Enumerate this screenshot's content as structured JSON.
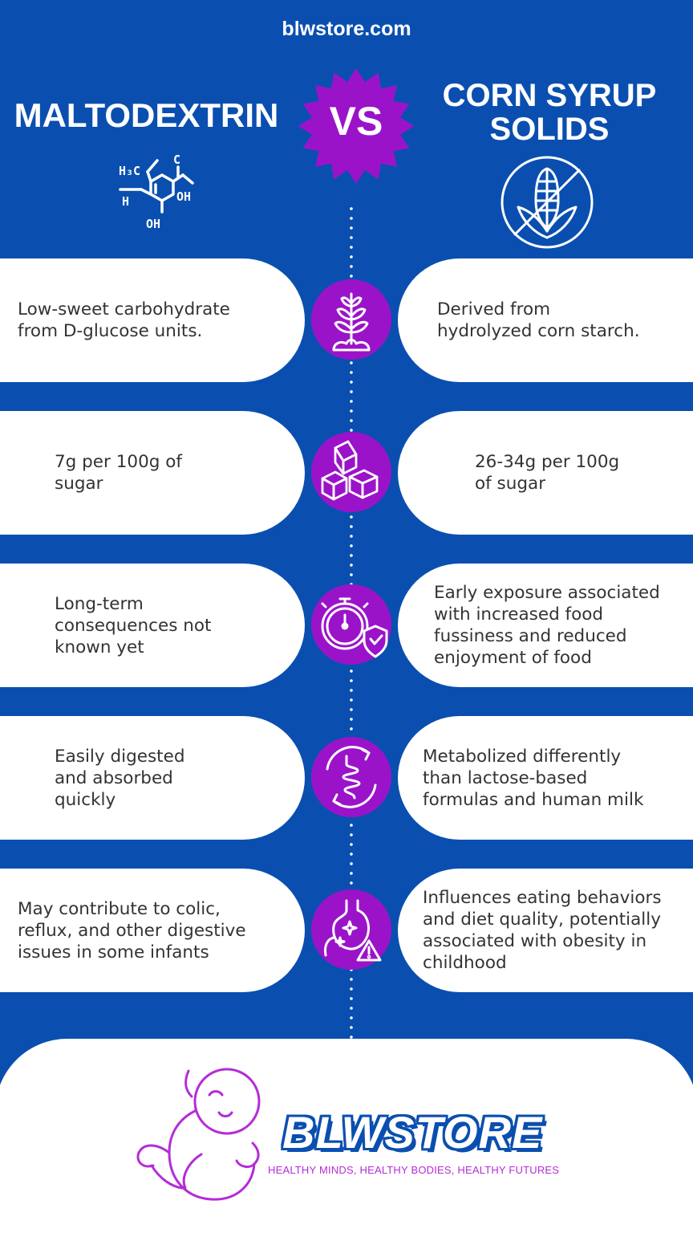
{
  "site": "blwstore.com",
  "left_title": "MALTODEXTRIN",
  "right_title": "CORN SYRUP\nSOLIDS",
  "vs": "VS",
  "molecule": {
    "h3c": "H₃C",
    "c": "C",
    "h": "H",
    "oh_right": "OH",
    "oh_bottom": "OH"
  },
  "rows": [
    {
      "icon": "plant-sprout-icon",
      "left": "Low-sweet carbohydrate\nfrom D-glucose units.",
      "right": "Derived from\nhydrolyzed corn starch."
    },
    {
      "icon": "sugar-cubes-icon",
      "left": "7g per 100g of\nsugar",
      "right": "26-34g per 100g\nof sugar"
    },
    {
      "icon": "stopwatch-shield-icon",
      "left": " Long-term\nconsequences not\nknown yet",
      "right": "Early exposure associated\nwith increased food\nfussiness and reduced\nenjoyment of food"
    },
    {
      "icon": "digestion-cycle-icon",
      "left": "Easily digested\nand absorbed\nquickly",
      "right": "Metabolized differently\nthan lactose-based\nformulas and human milk"
    },
    {
      "icon": "stomach-warning-icon",
      "left": "May contribute to colic,\nreflux, and other digestive\nissues in some infants",
      "right": "Influences eating behaviors\nand diet quality, potentially\nassociated with obesity in\nchildhood"
    }
  ],
  "brand": "BLWSTORE",
  "tagline": "HEALTHY MINDS, HEALTHY BODIES, HEALTHY FUTURES",
  "colors": {
    "background": "#0a4fb0",
    "accent": "#9b13c9",
    "tagline": "#b42cd6"
  }
}
